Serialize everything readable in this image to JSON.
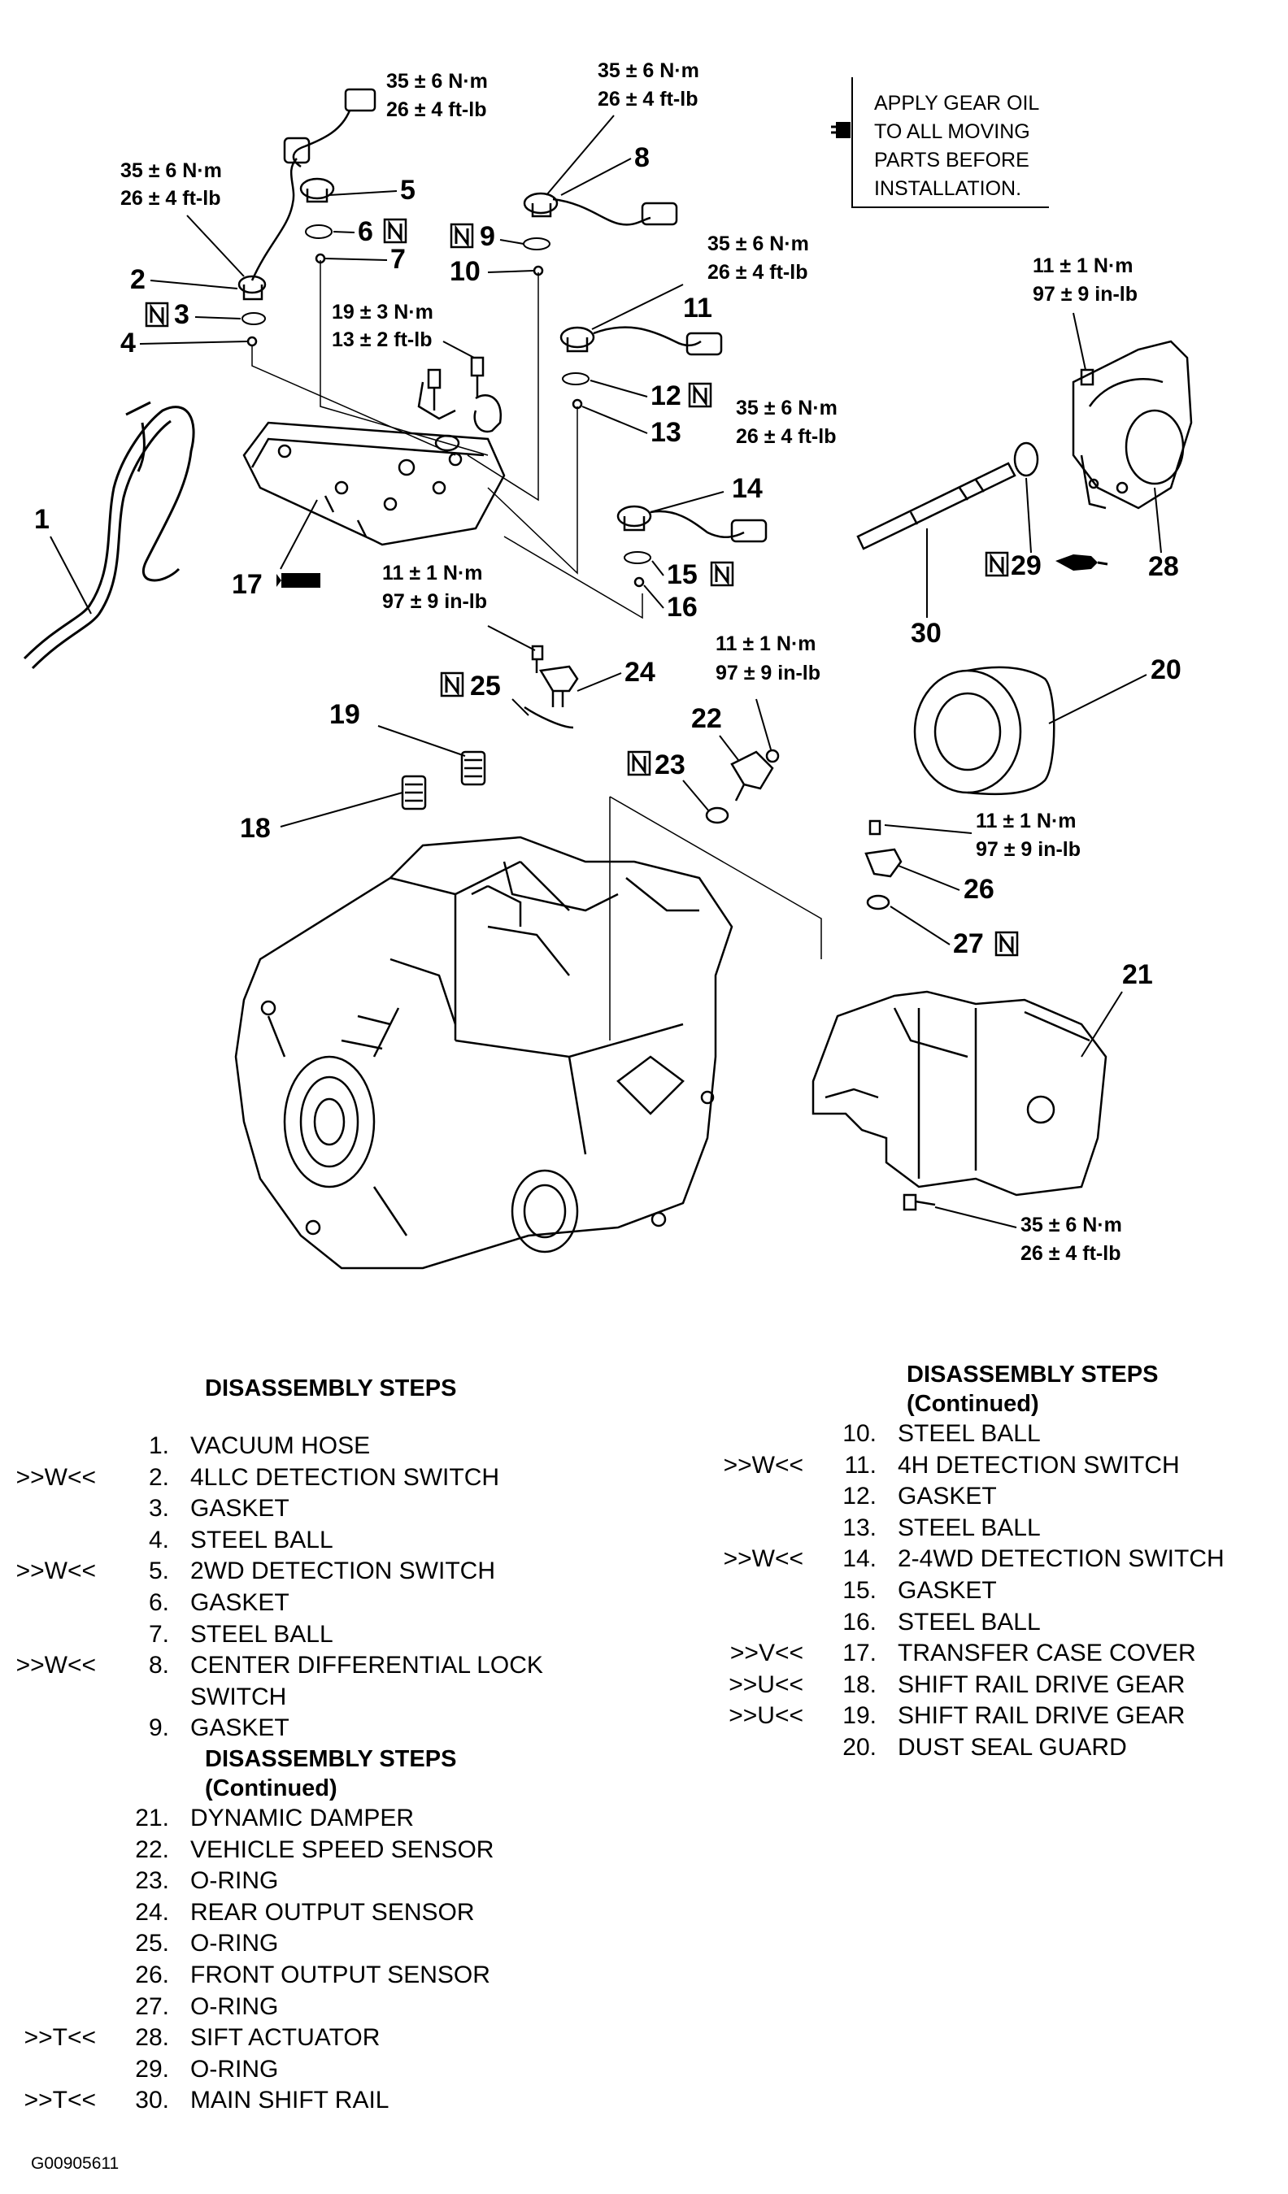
{
  "note_lines": [
    "APPLY GEAR OIL",
    "TO ALL MOVING",
    "PARTS BEFORE",
    "INSTALLATION."
  ],
  "n_symbol": "N",
  "callouts": [
    "1",
    "2",
    "3",
    "4",
    "5",
    "6",
    "7",
    "8",
    "9",
    "10",
    "11",
    "12",
    "13",
    "14",
    "15",
    "16",
    "17",
    "18",
    "19",
    "20",
    "21",
    "22",
    "23",
    "24",
    "25",
    "26",
    "27",
    "28",
    "29",
    "30"
  ],
  "torques": {
    "t35nm": "35 ± 6 N·m",
    "t26ftlb": "26 ± 4 ft-lb",
    "t19nm": "19 ± 3 N·m",
    "t13ftlb": "13 ± 2 ft-lb",
    "t11nm": "11 ± 1 N·m",
    "t97inlb": "97 ± 9 in-lb"
  },
  "steps_title": "DISASSEMBLY STEPS",
  "steps_continued": "(Continued)",
  "steps": [
    {
      "mark": "",
      "num": "1.",
      "desc": "VACUUM HOSE"
    },
    {
      "mark": ">>W<<",
      "num": "2.",
      "desc": "4LLC DETECTION SWITCH"
    },
    {
      "mark": "",
      "num": "3.",
      "desc": "GASKET"
    },
    {
      "mark": "",
      "num": "4.",
      "desc": "STEEL BALL"
    },
    {
      "mark": ">>W<<",
      "num": "5.",
      "desc": "2WD DETECTION SWITCH"
    },
    {
      "mark": "",
      "num": "6.",
      "desc": "GASKET"
    },
    {
      "mark": "",
      "num": "7.",
      "desc": "STEEL BALL"
    },
    {
      "mark": ">>W<<",
      "num": "8.",
      "desc": "CENTER DIFFERENTIAL LOCK"
    },
    {
      "mark": "",
      "num": "",
      "desc": "SWITCH"
    },
    {
      "mark": "",
      "num": "9.",
      "desc": "GASKET"
    },
    {
      "mark": "",
      "num": "10.",
      "desc": "STEEL BALL"
    },
    {
      "mark": ">>W<<",
      "num": "11.",
      "desc": "4H DETECTION SWITCH"
    },
    {
      "mark": "",
      "num": "12.",
      "desc": "GASKET"
    },
    {
      "mark": "",
      "num": "13.",
      "desc": "STEEL BALL"
    },
    {
      "mark": ">>W<<",
      "num": "14.",
      "desc": "2-4WD DETECTION SWITCH"
    },
    {
      "mark": "",
      "num": "15.",
      "desc": "GASKET"
    },
    {
      "mark": "",
      "num": "16.",
      "desc": "STEEL BALL"
    },
    {
      "mark": ">>V<<",
      "num": "17.",
      "desc": "TRANSFER CASE COVER"
    },
    {
      "mark": ">>U<<",
      "num": "18.",
      "desc": "SHIFT RAIL DRIVE GEAR"
    },
    {
      "mark": ">>U<<",
      "num": "19.",
      "desc": "SHIFT RAIL DRIVE GEAR"
    },
    {
      "mark": "",
      "num": "20.",
      "desc": "DUST SEAL GUARD"
    },
    {
      "mark": "",
      "num": "21.",
      "desc": "DYNAMIC DAMPER"
    },
    {
      "mark": "",
      "num": "22.",
      "desc": "VEHICLE SPEED SENSOR"
    },
    {
      "mark": "",
      "num": "23.",
      "desc": "O-RING"
    },
    {
      "mark": "",
      "num": "24.",
      "desc": "REAR OUTPUT SENSOR"
    },
    {
      "mark": "",
      "num": "25.",
      "desc": "O-RING"
    },
    {
      "mark": "",
      "num": "26.",
      "desc": "FRONT OUTPUT SENSOR"
    },
    {
      "mark": "",
      "num": "27.",
      "desc": "O-RING"
    },
    {
      "mark": ">>T<<",
      "num": "28.",
      "desc": "SIFT ACTUATOR"
    },
    {
      "mark": "",
      "num": "29.",
      "desc": "O-RING"
    },
    {
      "mark": ">>T<<",
      "num": "30.",
      "desc": "MAIN SHIFT RAIL"
    }
  ],
  "figure_code": "G00905611"
}
